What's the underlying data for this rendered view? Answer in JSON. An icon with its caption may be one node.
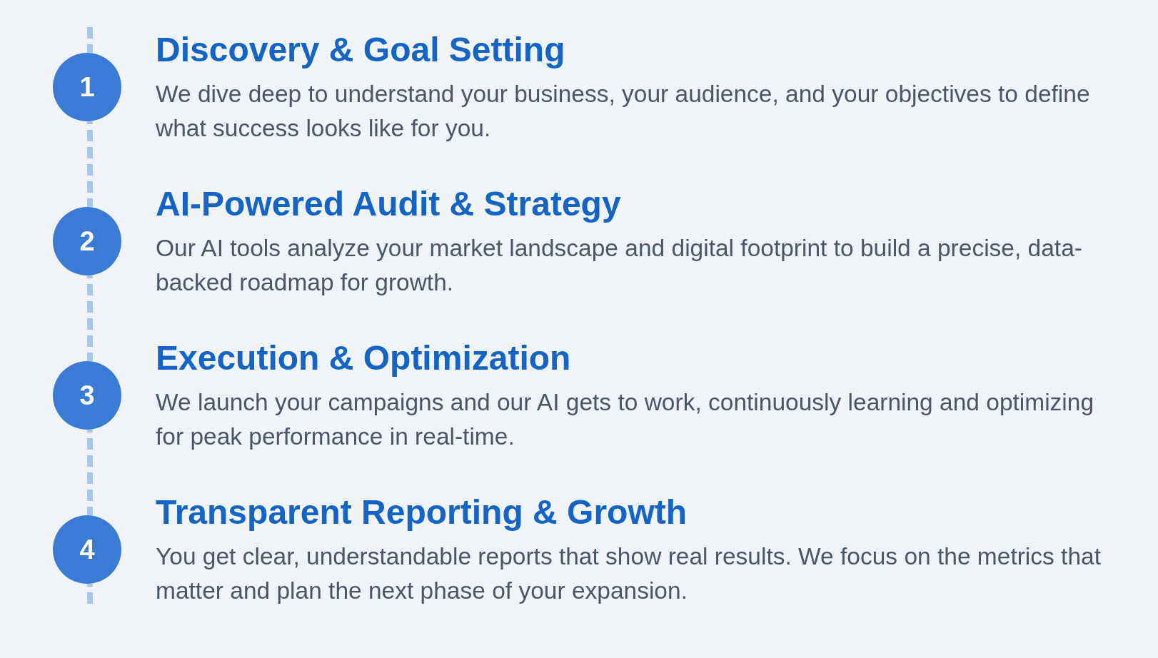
{
  "diagram": {
    "nodes": [
      {
        "text": [
          "1"
        ],
        "beside": [
          "Discovery & Goal Setting",
          "We dive deep to understand your business, your audience, and your objectives to define what success looks like for you."
        ]
      },
      {
        "text": [
          "2"
        ],
        "beside": [
          "AI-Powered Audit & Strategy",
          "Our AI tools analyze your market landscape and digital footprint to build a precise, data-backed roadmap for growth."
        ]
      },
      {
        "text": [
          "3"
        ],
        "beside": [
          "Execution & Optimization",
          "We launch your campaigns and our AI gets to work, continuously learning and optimizing for peak performance in real-time."
        ]
      },
      {
        "text": [
          "4"
        ],
        "beside": [
          "Transparent Reporting & Growth",
          "You get clear, understandable reports that show real results. We focus on the metrics that matter and plan the next phase of your expansion."
        ]
      }
    ],
    "edges": [
      {
        "from": null,
        "to": 0,
        "arrow": "none",
        "style": "dashed"
      },
      {
        "from": 0,
        "to": 1,
        "arrow": "none",
        "style": "dashed"
      },
      {
        "from": 1,
        "to": 2,
        "arrow": "none",
        "style": "dashed"
      },
      {
        "from": 2,
        "to": 3,
        "arrow": "none",
        "style": "dashed"
      },
      {
        "from": 3,
        "to": null,
        "arrow": "none",
        "style": "dashed"
      }
    ]
  }
}
